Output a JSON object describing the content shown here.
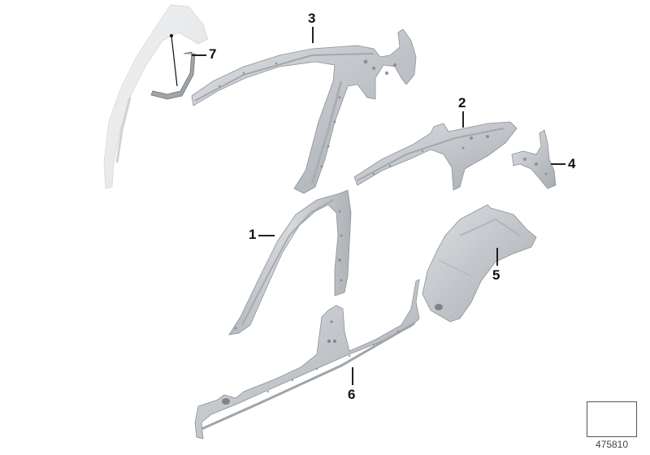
{
  "diagram": {
    "type": "exploded-parts-diagram",
    "subject": "body side frame / inner side panel parts",
    "reference_number": "475810",
    "colors": {
      "part_fill": "#c4c8cc",
      "part_shadow": "#9da2a7",
      "part_highlight": "#e3e5e7",
      "ghost_part_fill": "#e8eaec",
      "label": "#111111",
      "background": "#ffffff"
    },
    "parts": [
      {
        "id": "1",
        "label": "1",
        "description": "A-pillar / B-pillar inner frame"
      },
      {
        "id": "2",
        "label": "2",
        "description": "roof side rail rear section"
      },
      {
        "id": "3",
        "label": "3",
        "description": "roof side rail with A-pillar"
      },
      {
        "id": "4",
        "label": "4",
        "description": "rear bracket / wheel arch reinforcement"
      },
      {
        "id": "5",
        "label": "5",
        "description": "rear wheel arch inner panel"
      },
      {
        "id": "6",
        "label": "6",
        "description": "side sill / rocker panel"
      },
      {
        "id": "7",
        "label": "7",
        "description": "small bracket"
      }
    ],
    "ghost_part": {
      "description": "faded context part (A-pillar section)"
    },
    "reference_icon": "view-direction-arrow-icon"
  }
}
